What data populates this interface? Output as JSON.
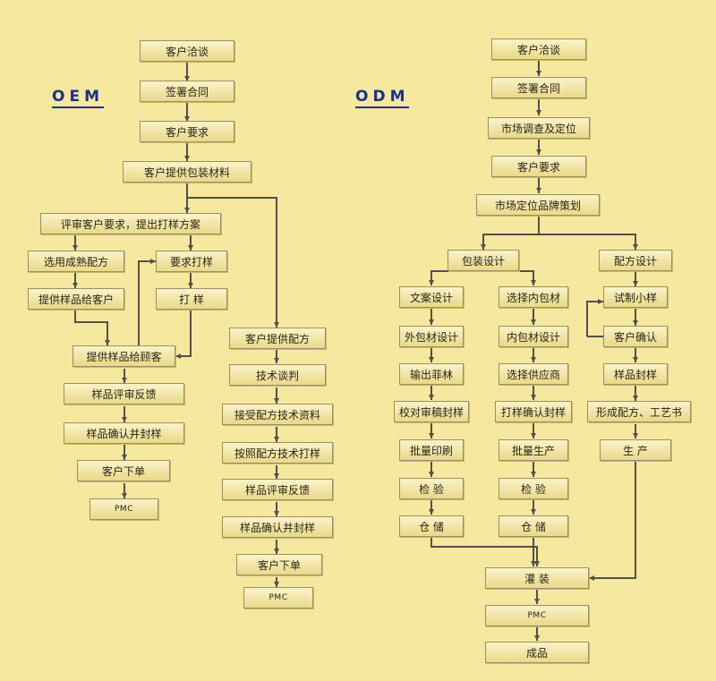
{
  "headings": {
    "oem": "OEM",
    "odm": "ODM"
  },
  "colors": {
    "background": "#f6e89e",
    "box_fill": "#f2e6a6",
    "line": "#555048",
    "heading": "#1c2f8c"
  },
  "oem": {
    "negotiate": "客户洽谈",
    "sign": "签署合同",
    "requirements": "客户要求",
    "supply_materials": "客户提供包装材料",
    "review": "评审客户要求，提出打样方案",
    "select_formula": "选用成熟配方",
    "request_sample": "要求打样",
    "provide_sample_client": "提供样品给客户",
    "make_sample": "打 样",
    "provide_sample_customer": "提供样品给顾客",
    "review_feedback": "样品评审反馈",
    "confirm_seal": "样品确认并封样",
    "order": "客户下单",
    "pmc": "PMC",
    "client_formula": "客户提供配方",
    "tech_talk": "技术谈判",
    "accept_tech": "接受配方技术资料",
    "sample_by_tech": "按照配方技术打样",
    "review_feedback_b": "样品评审反馈",
    "confirm_seal_b": "样品确认并封样",
    "order_b": "客户下单",
    "pmc_b": "PMC"
  },
  "odm": {
    "negotiate": "客户洽谈",
    "sign": "签署合同",
    "research": "市场调查及定位",
    "requirements": "客户要求",
    "brand_plan": "市场定位品牌策划",
    "packaging_design": "包装设计",
    "formula_design": "配方设计",
    "copy_design": "文案设计",
    "select_inner": "选择内包材",
    "trial_sample": "试制小样",
    "outer_design": "外包材设计",
    "inner_design": "内包材设计",
    "client_confirm": "客户确认",
    "film_output": "输出菲林",
    "select_supplier": "选择供应商",
    "sample_seal": "样品封样",
    "proof_seal": "校对审稿封样",
    "proof_confirm_seal": "打样确认封样",
    "formula_craft": "形成配方、工艺书",
    "mass_print": "批量印刷",
    "mass_produce": "批量生产",
    "production": "生 产",
    "inspect_a": "检 验",
    "inspect_b": "检 验",
    "store_a": "仓 储",
    "store_b": "仓 储",
    "filling": "灌 装",
    "pmc": "PMC",
    "finished": "成品"
  }
}
